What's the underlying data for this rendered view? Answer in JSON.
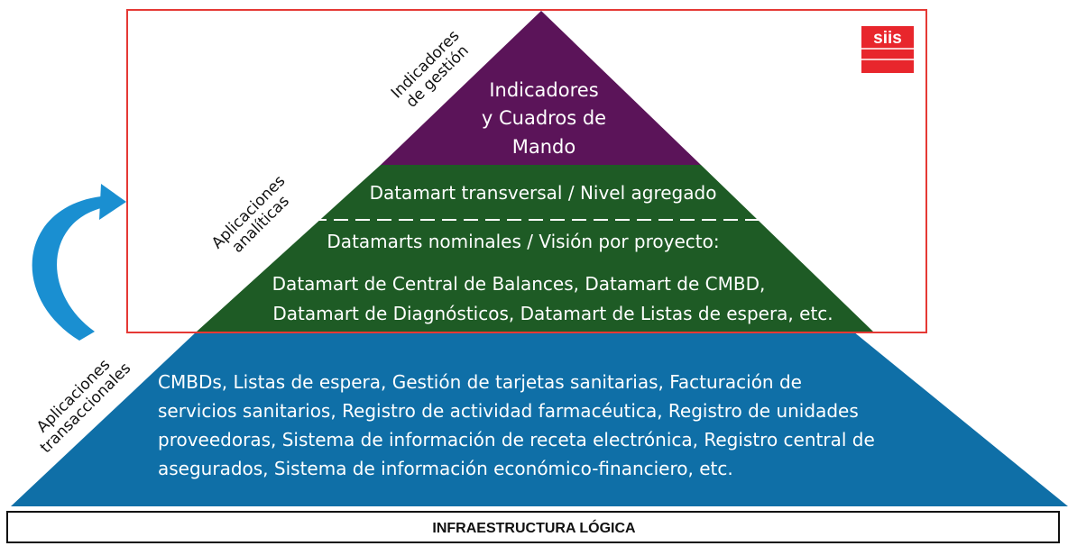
{
  "logo": {
    "text": "siis",
    "color": "#e8262c"
  },
  "colors": {
    "top_tier": "#5b1459",
    "middle_tier": "#1e5b25",
    "bottom_tier": "#0f6fa7",
    "highlight_box": "#e53935",
    "arrow": "#1a8fd1"
  },
  "tiers": {
    "top": {
      "lines": [
        "Indicadores",
        "y Cuadros de",
        "Mando"
      ]
    },
    "middle": {
      "aggregate": "Datamart transversal / Nivel agregado",
      "nominal_title": "Datamarts nominales / Visión por proyecto:",
      "items_line1": "Datamart de Central de Balances, Datamart de CMBD,",
      "items_line2": "Datamart de Diagnósticos, Datamart de Listas de espera, etc."
    },
    "bottom": {
      "lines": [
        "CMBDs, Listas de espera, Gestión de tarjetas sanitarias, Facturación de",
        "servicios sanitarios, Registro de actividad farmacéutica, Registro de unidades",
        "proveedoras, Sistema de información de receta electrónica,  Registro central de",
        "asegurados, Sistema de información económico-financiero, etc."
      ]
    }
  },
  "side_labels": {
    "top": [
      "Indicadores",
      "de gestión"
    ],
    "middle": [
      "Aplicaciones",
      "analíticas"
    ],
    "bottom": [
      "Aplicaciones",
      "transaccionales"
    ]
  },
  "infrastructure": {
    "label": "INFRAESTRUCTURA LÓGICA"
  }
}
